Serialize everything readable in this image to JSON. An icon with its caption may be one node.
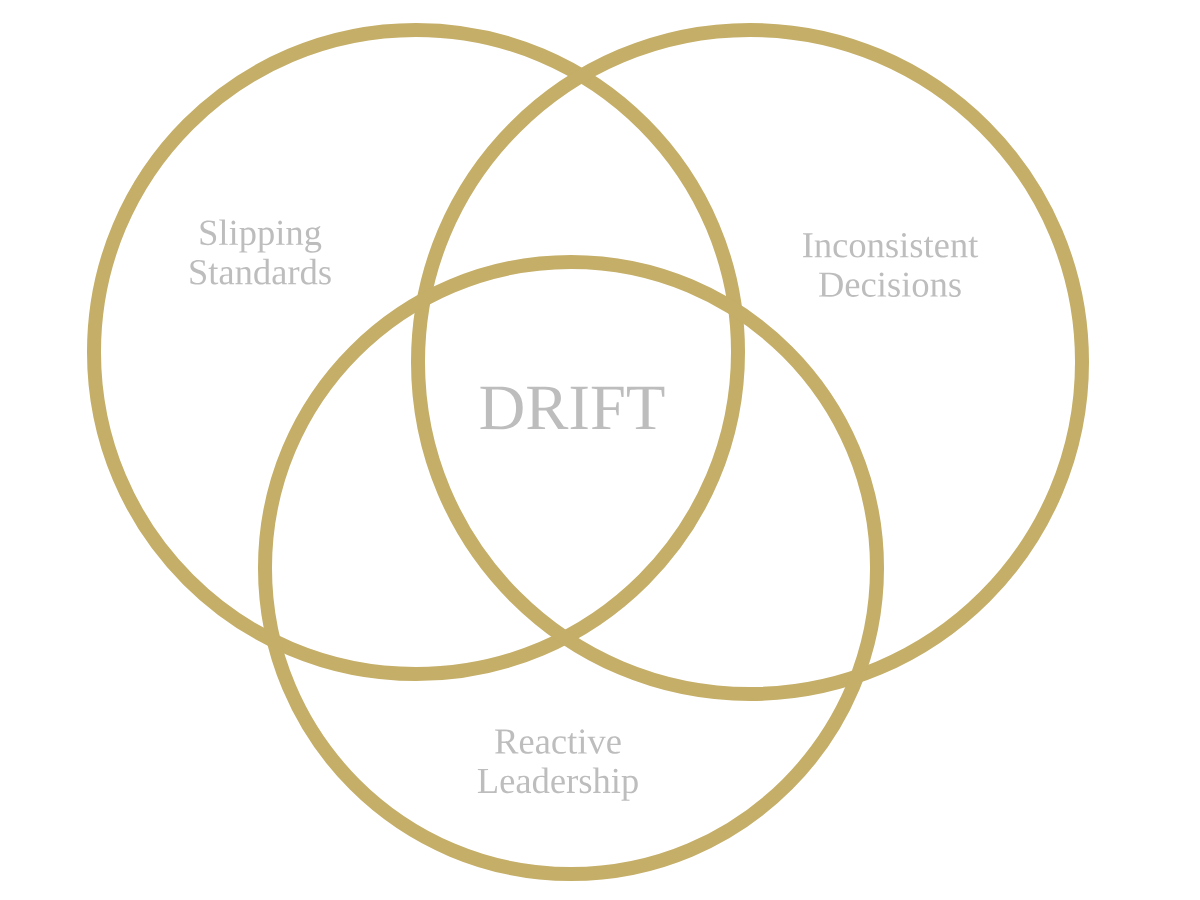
{
  "diagram": {
    "nodes": [
      {
        "text": [
          "Slipping Standards"
        ]
      },
      {
        "text": [
          "Inconsistent Decisions"
        ]
      },
      {
        "text": [
          "Reactive Leadership"
        ]
      }
    ],
    "labels": [
      "DRIFT"
    ]
  }
}
